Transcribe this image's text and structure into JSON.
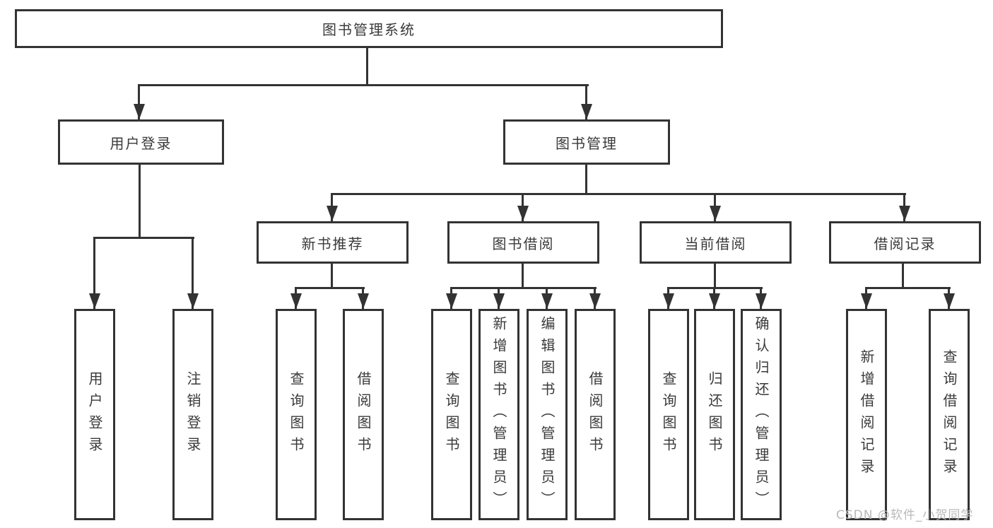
{
  "tree": {
    "root": "图书管理系统",
    "branches": [
      {
        "label": "用户登录",
        "children": [
          {
            "label": "用户登录"
          },
          {
            "label": "注销登录"
          }
        ]
      },
      {
        "label": "图书管理",
        "children": [
          {
            "label": "新书推荐",
            "children": [
              {
                "label": "查询图书"
              },
              {
                "label": "借阅图书"
              }
            ]
          },
          {
            "label": "图书借阅",
            "children": [
              {
                "label": "查询图书"
              },
              {
                "label": "新增图书（管理员）"
              },
              {
                "label": "编辑图书（管理员）"
              },
              {
                "label": "借阅图书"
              }
            ]
          },
          {
            "label": "当前借阅",
            "children": [
              {
                "label": "查询图书"
              },
              {
                "label": "归还图书"
              },
              {
                "label": "确认归还（管理员）"
              }
            ]
          },
          {
            "label": "借阅记录",
            "children": [
              {
                "label": "新增借阅记录"
              },
              {
                "label": "查询借阅记录"
              }
            ]
          }
        ]
      }
    ]
  },
  "watermark": {
    "text": "CSDN @软件_小贺同学"
  },
  "colors": {
    "line": "#333333",
    "text": "#3a3a3a",
    "watermark": "#b9b9b9",
    "background": "#ffffff"
  }
}
